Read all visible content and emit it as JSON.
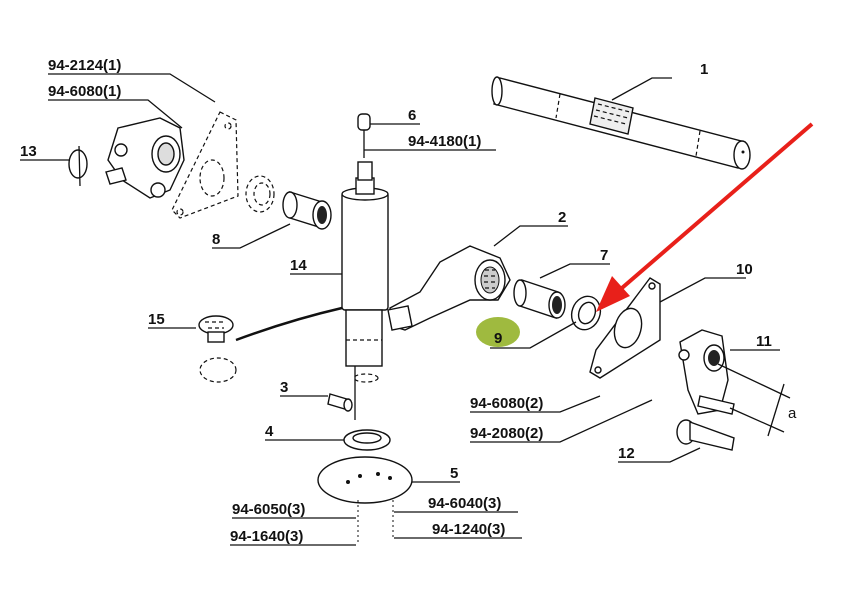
{
  "diagram": {
    "type": "exploded parts diagram",
    "labels": {
      "p1": "1",
      "p2": "2",
      "p3": "3",
      "p4": "4",
      "p5": "5",
      "p6": "6",
      "p7": "7",
      "p8": "8",
      "p9": "9",
      "p10": "10",
      "p11": "11",
      "p12": "12",
      "p13": "13",
      "p14": "14",
      "p15": "15",
      "ref_2124_1": "94-2124(1)",
      "ref_6080_1": "94-6080(1)",
      "ref_4180_1": "94-4180(1)",
      "ref_6080_2": "94-6080(2)",
      "ref_2080_2": "94-2080(2)",
      "ref_6050_3": "94-6050(3)",
      "ref_1640_3": "94-1640(3)",
      "ref_6040_3": "94-6040(3)",
      "ref_1240_3": "94-1240(3)",
      "dim_a": "a"
    },
    "highlight": {
      "part": "9",
      "circle_color": "#9fba3f",
      "arrow_color": "#e8201a"
    }
  }
}
